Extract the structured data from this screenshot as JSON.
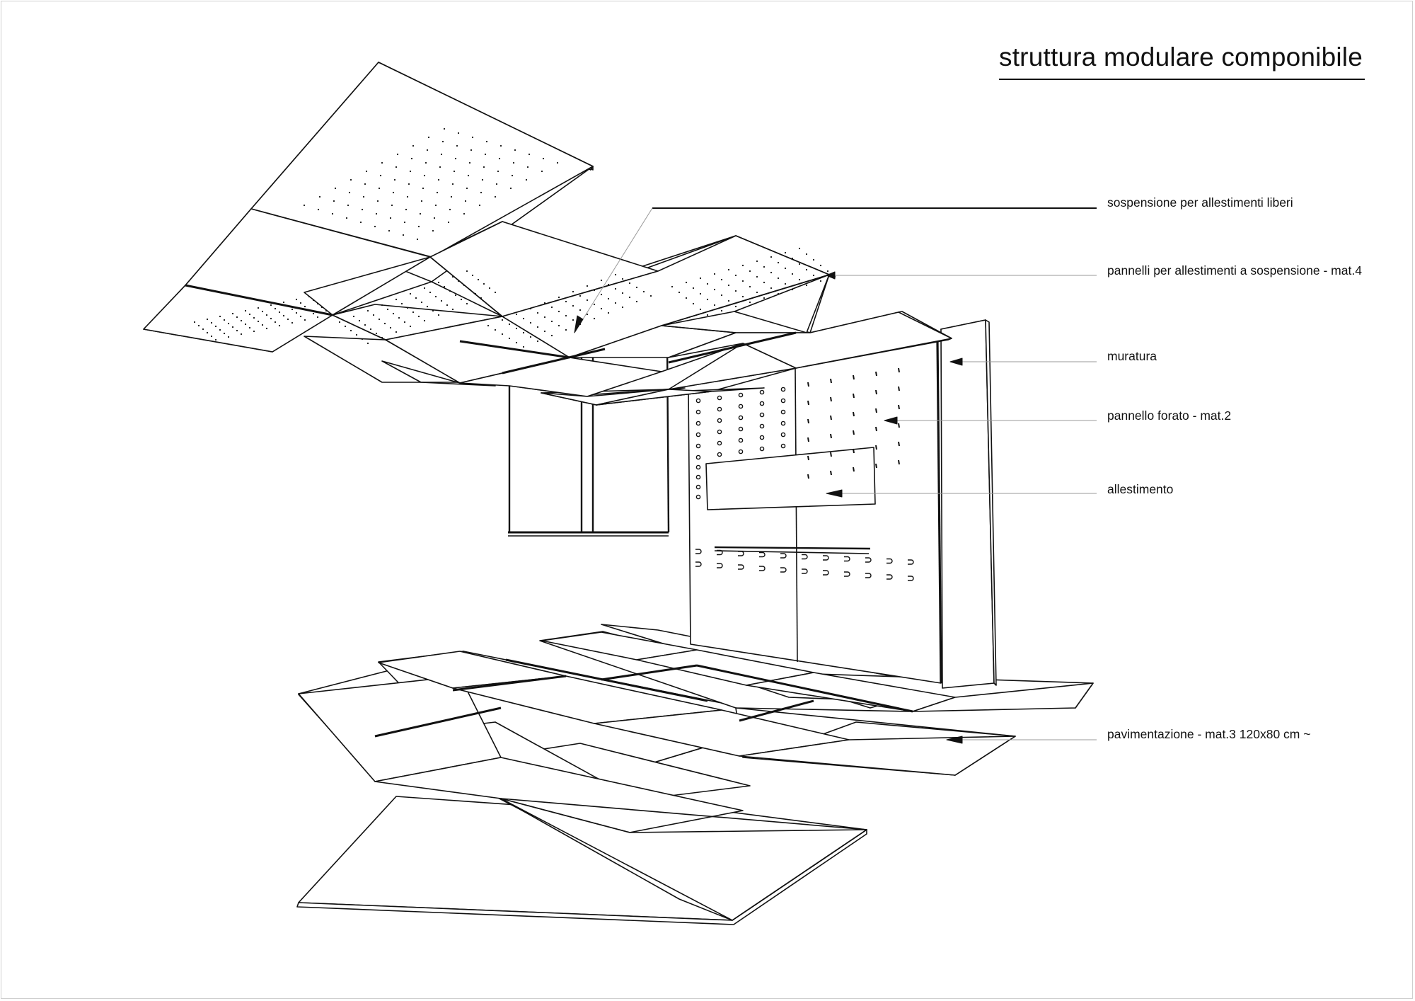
{
  "title": "struttura modulare componibile",
  "callouts": [
    {
      "id": "suspension",
      "label": "sospensione per allestimenti liberi"
    },
    {
      "id": "ceiling-panels",
      "label": "pannelli per allestimenti a sospensione - mat.4"
    },
    {
      "id": "masonry",
      "label": "muratura"
    },
    {
      "id": "perforated-panel",
      "label": "pannello forato - mat.2"
    },
    {
      "id": "display",
      "label": "allestimento"
    },
    {
      "id": "flooring",
      "label": "pavimentazione - mat.3 120x80 cm ~"
    }
  ],
  "colors": {
    "ink": "#111111",
    "leader": "#9a9a9a",
    "paper": "#ffffff"
  }
}
